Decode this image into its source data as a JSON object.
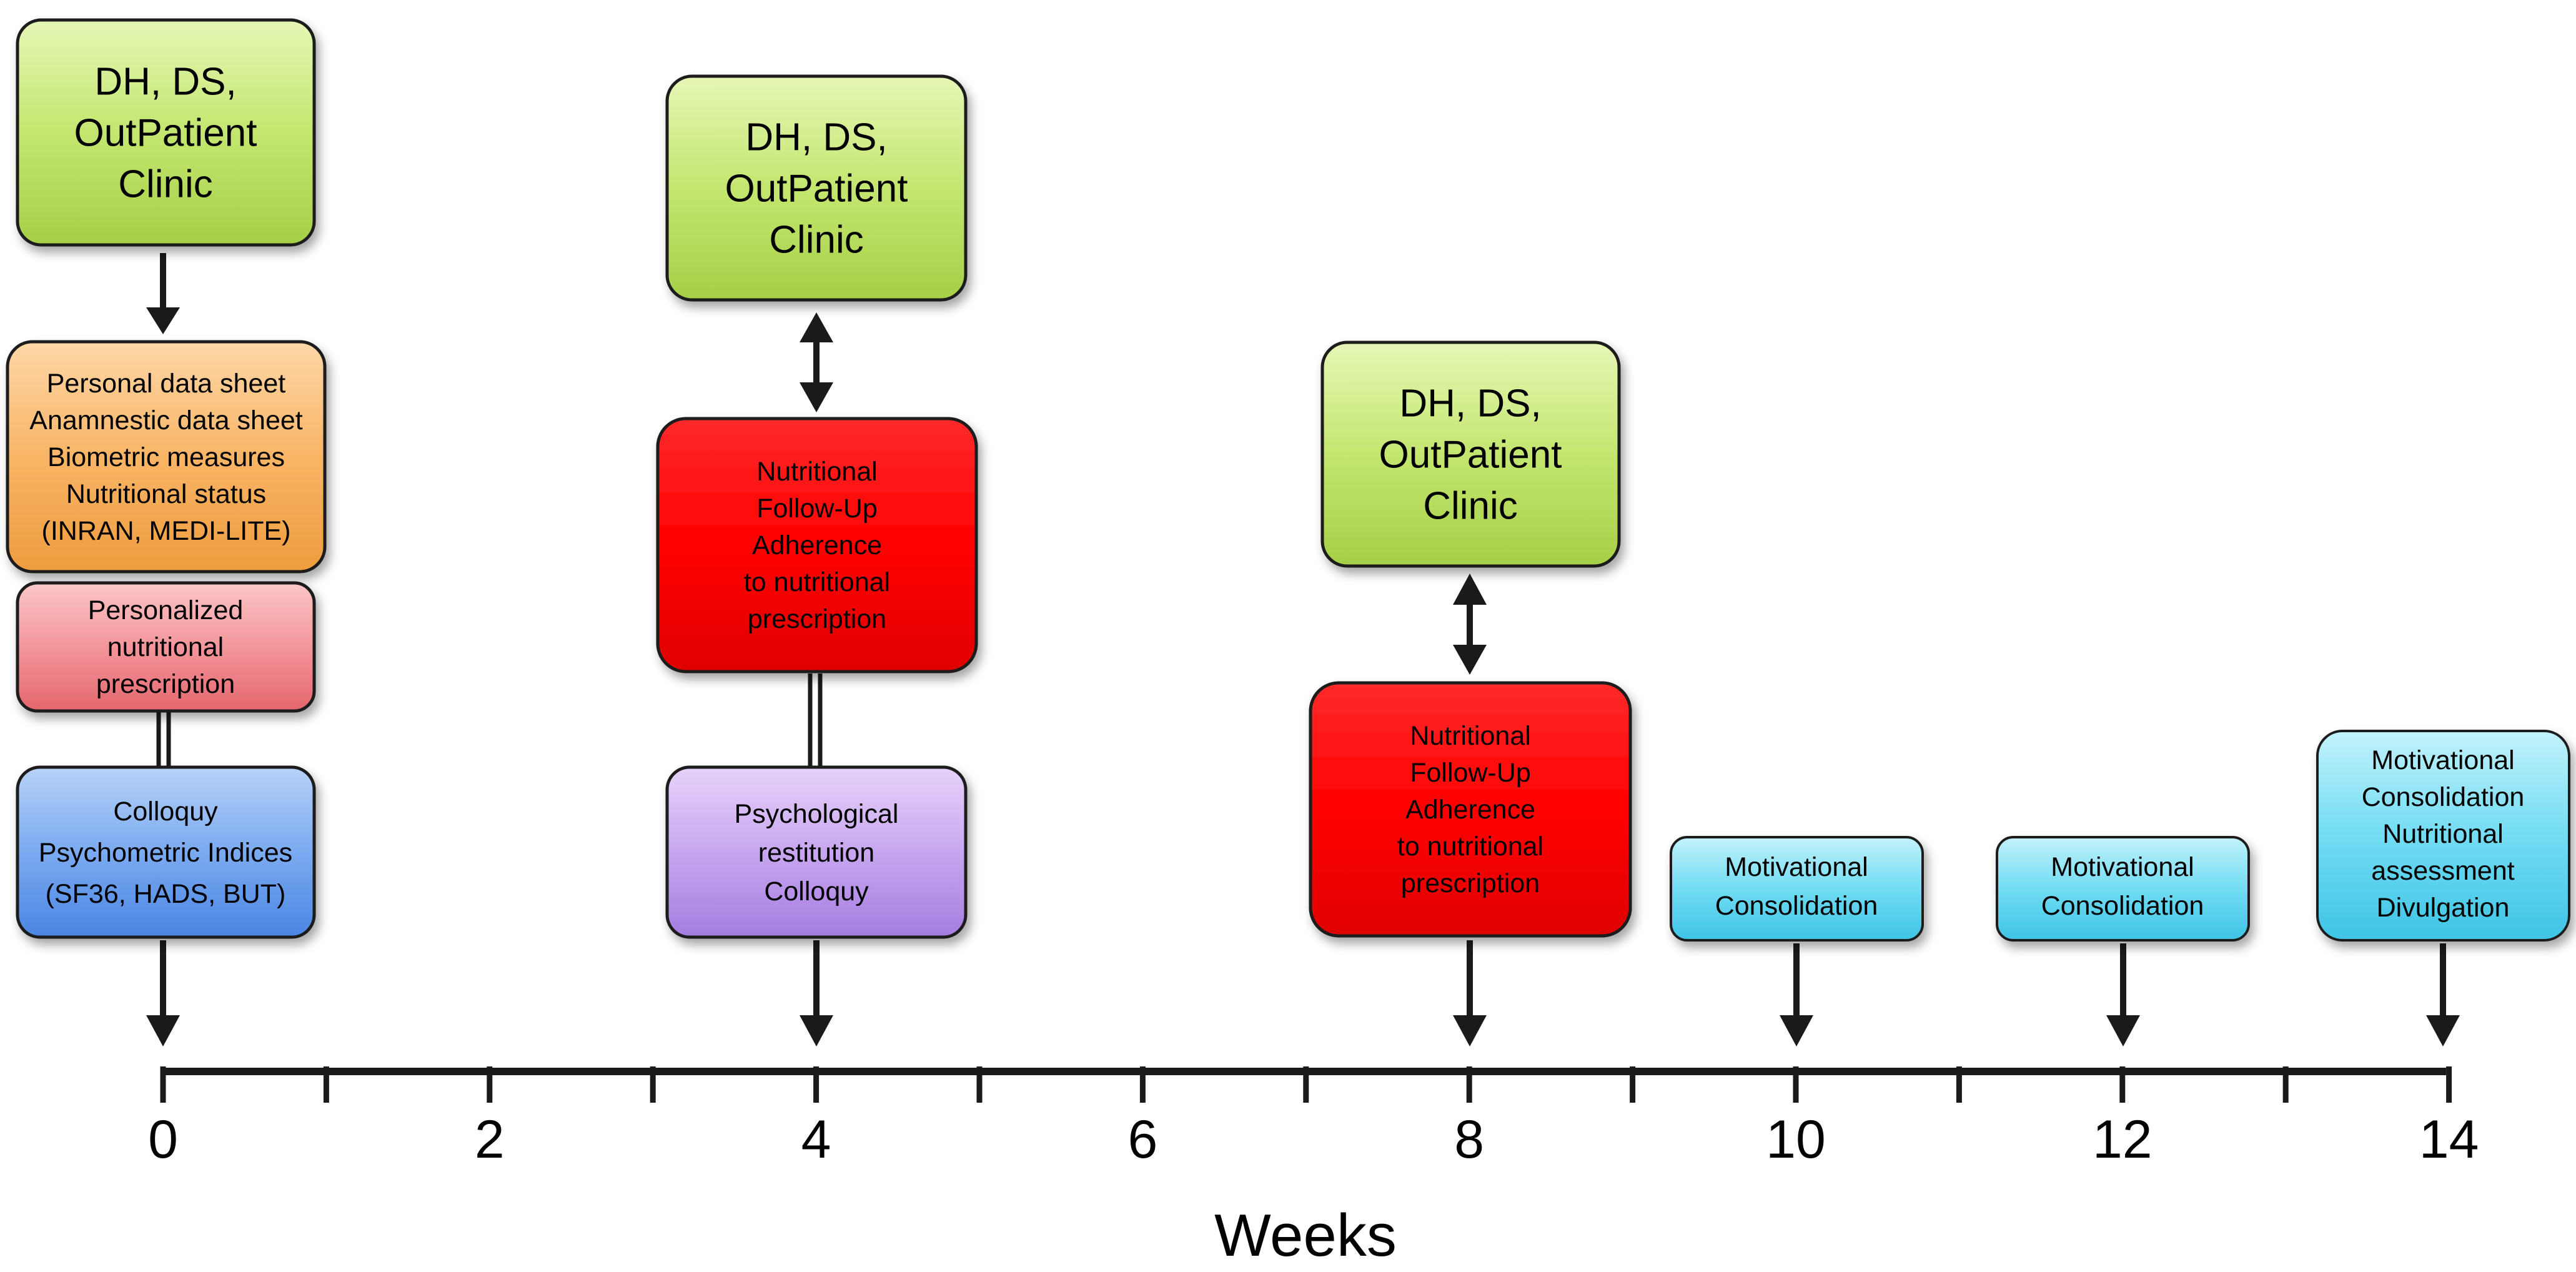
{
  "colors": {
    "green_box": "#c8e878",
    "orange_box": "#f9b56e",
    "pink_box": "#f3949a",
    "blue_box": "#77aaf0",
    "purple_box": "#c9a6ef",
    "red_box": "#ff0000",
    "cyan_box": "#6fdcf2",
    "stroke": "#1a1a1a",
    "axis": "#1a1a1a"
  },
  "boxes": {
    "clinic_w0": {
      "lines": [
        "DH, DS,",
        "OutPatient",
        "Clinic"
      ]
    },
    "data_sheet_w0": {
      "lines": [
        "Personal data sheet",
        "Anamnestic data sheet",
        "Biometric measures",
        "Nutritional status",
        "(INRAN, MEDI-LITE)"
      ]
    },
    "prescription_w0": {
      "lines": [
        "Personalized",
        "nutritional",
        "prescription"
      ]
    },
    "colloquy_w0": {
      "lines": [
        "Colloquy",
        "Psychometric Indices",
        "(SF36, HADS, BUT)"
      ]
    },
    "clinic_w4": {
      "lines": [
        "DH, DS,",
        "OutPatient",
        "Clinic"
      ]
    },
    "followup_w4": {
      "lines": [
        "Nutritional",
        "Follow-Up",
        "Adherence",
        "to nutritional",
        "prescription"
      ]
    },
    "psych_w4": {
      "lines": [
        "Psychological",
        "restitution",
        "Colloquy"
      ]
    },
    "clinic_w8": {
      "lines": [
        "DH, DS,",
        "OutPatient",
        "Clinic"
      ]
    },
    "followup_w8": {
      "lines": [
        "Nutritional",
        "Follow-Up",
        "Adherence",
        "to nutritional",
        "prescription"
      ]
    },
    "motivational_w10": {
      "lines": [
        "Motivational",
        "Consolidation"
      ]
    },
    "motivational_w12": {
      "lines": [
        "Motivational",
        "Consolidation"
      ]
    },
    "motivational_w14": {
      "lines": [
        "Motivational",
        "Consolidation",
        "Nutritional",
        "assessment",
        "Divulgation"
      ]
    }
  },
  "axis": {
    "title": "Weeks",
    "tick_labels": [
      "0",
      "2",
      "4",
      "6",
      "8",
      "10",
      "12",
      "14"
    ]
  }
}
